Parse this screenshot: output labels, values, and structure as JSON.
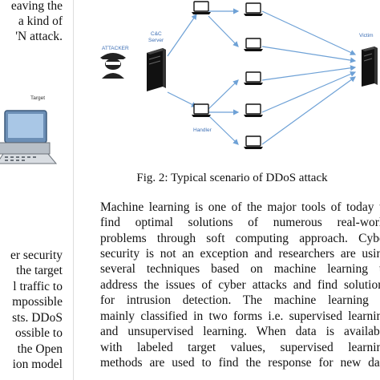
{
  "left_column": {
    "top_lines": [
      "eaving the",
      "a kind of",
      "'N attack."
    ],
    "target_label": "Target",
    "bottom_lines": [
      "er security",
      "the target",
      "l traffic to",
      "mpossible",
      "sts. DDoS",
      "ossible to",
      "the Open",
      "ion model"
    ]
  },
  "figure": {
    "attacker_label": "ATTACKER",
    "cc_label_1": "C&C",
    "cc_label_2": "Server",
    "handler_label": "Handler",
    "victim_label": "Victim",
    "caption": "Fig. 2: Typical scenario of DDoS attack"
  },
  "body_lines": [
    "Machine learning is one of the major tools of today to",
    "find optimal solutions of numerous real-world",
    "problems through soft computing approach. Cyber",
    "security is not an exception and researchers are using",
    "several techniques based on machine learning to",
    "address the issues of cyber attacks and find solutions",
    "for intrusion detection. The machine learning is",
    "mainly classified in two forms i.e. supervised learning",
    "and unsupervised learning. When data is available",
    "with labeled target values, supervised learning",
    "methods are used to find the response for new data"
  ]
}
